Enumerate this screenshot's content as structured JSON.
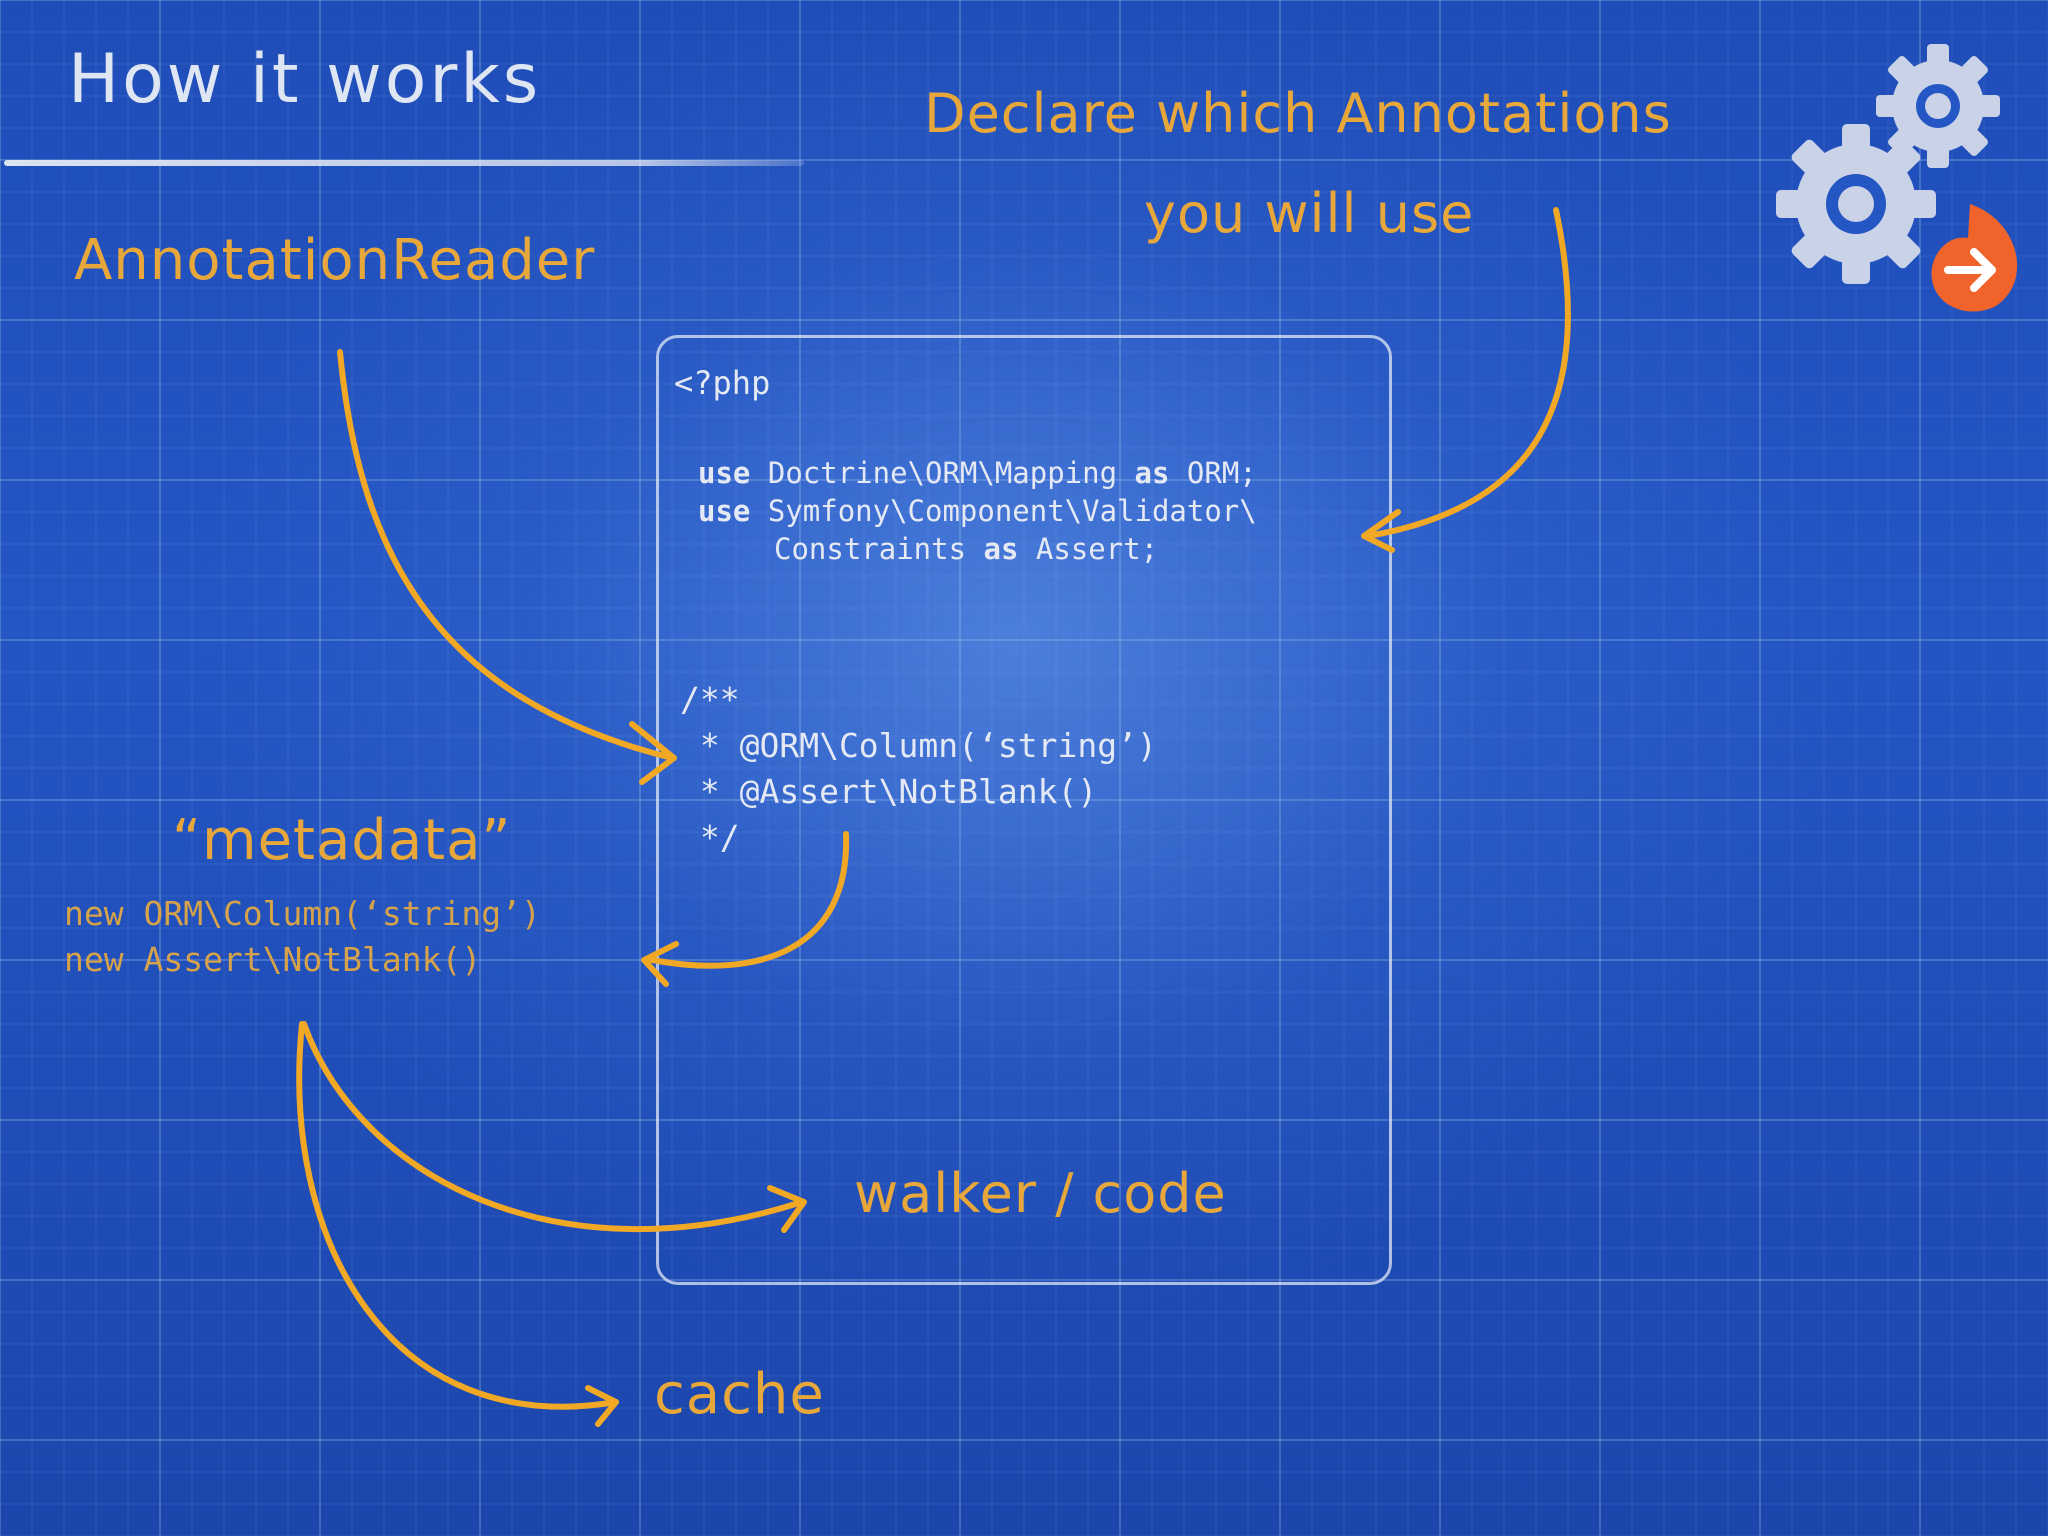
{
  "title": "How it works",
  "labels": {
    "reader": "AnnotationReader",
    "declare_line1": "Declare which Annotations",
    "declare_line2": "you will use",
    "metadata": "“metadata”",
    "walker": "walker / code",
    "cache": "cache"
  },
  "code": {
    "open_tag": "<?php",
    "use_kw": "use",
    "as_kw": "as",
    "use1_path": "Doctrine\\ORM\\Mapping",
    "use1_alias": "ORM;",
    "use2_path": "Symfony\\Component\\Validator\\",
    "use2_cont": "Constraints",
    "use2_alias": "Assert;",
    "doc_open": "/**",
    "doc_line1": " * @ORM\\Column(‘string’)",
    "doc_line2": " * @Assert\\NotBlank()",
    "doc_close": " */"
  },
  "metadata_code": {
    "line1": "new ORM\\Column(‘string’)",
    "line2": "new Assert\\NotBlank()"
  },
  "icons": [
    "gears-icon",
    "arrow-right-icon"
  ],
  "colors": {
    "background": "#2456c4",
    "accent": "#e7a73a",
    "text": "#e4e9f3",
    "badge": "#f0642c"
  }
}
